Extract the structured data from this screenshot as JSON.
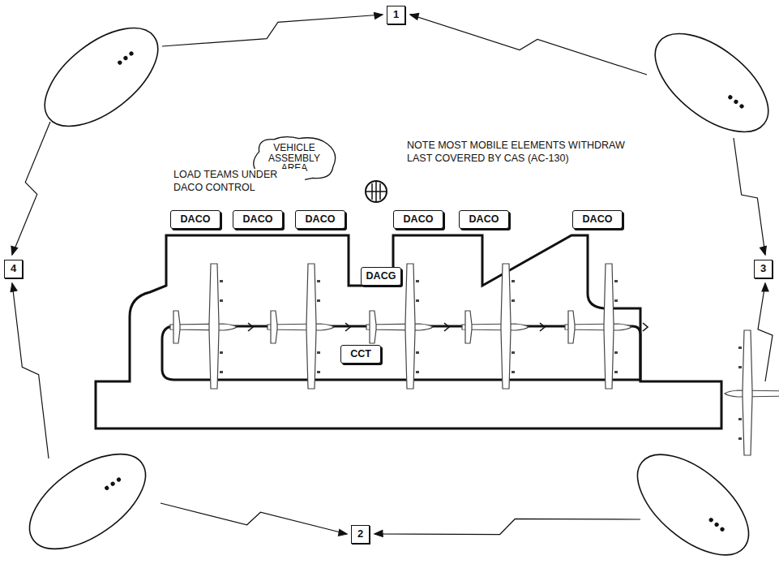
{
  "diagram": {
    "nodes": [
      {
        "text": [
          "1"
        ]
      },
      {
        "text": [
          "VEHICLE ASSEMBLY AREA"
        ]
      },
      {
        "text": [
          "DACO"
        ]
      },
      {
        "text": [
          "DACO"
        ]
      },
      {
        "text": [
          "DACO"
        ]
      },
      {
        "text": [
          "DACO"
        ]
      },
      {
        "text": [
          "DACO"
        ]
      },
      {
        "text": [
          "DACO"
        ]
      },
      {
        "text": [
          "4"
        ]
      },
      {
        "text": [
          "DACG"
        ]
      },
      {
        "text": [
          "3"
        ]
      },
      {
        "text": [
          "CCT"
        ]
      },
      {
        "text": [
          "2"
        ]
      }
    ],
    "labels": [
      "NOTE MOST MOBILE ELEMENTS WITHDRAW LAST COVERED BY CAS (AC-130)",
      "LOAD TEAMS UNDER DACO CONTROL"
    ]
  }
}
